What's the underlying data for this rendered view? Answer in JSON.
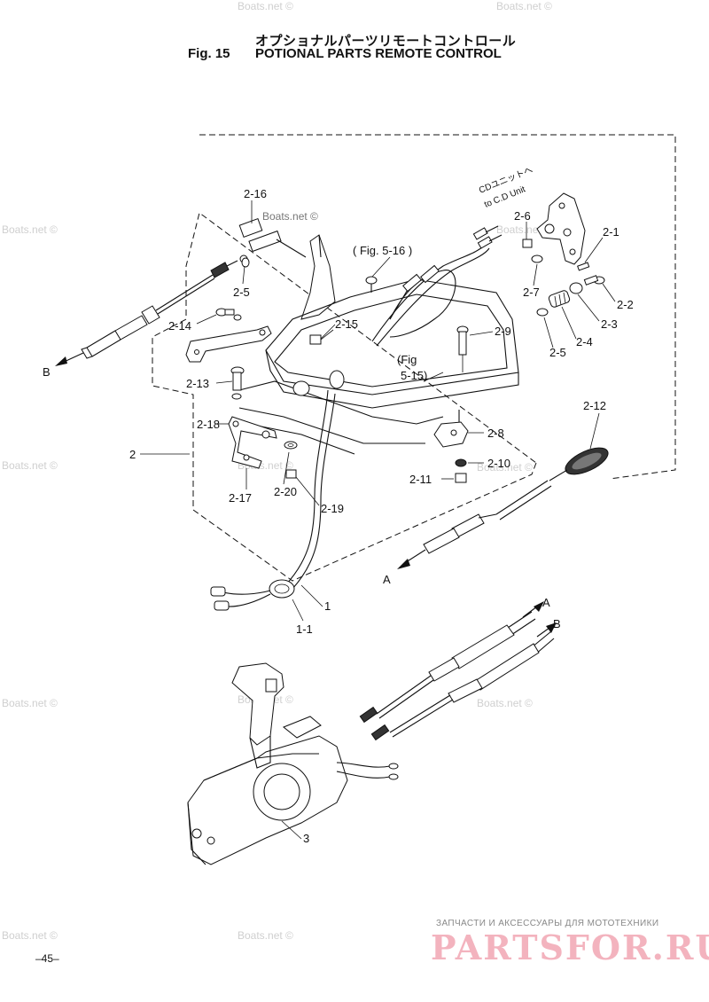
{
  "header": {
    "title_jp": "オプショナルパーツリモートコントロール",
    "fig_label": "Fig. 15",
    "title_en": "POTIONAL PARTS REMOTE CONTROL"
  },
  "parts": [
    {
      "id": "p2-16",
      "label": "2-16"
    },
    {
      "id": "p2-5a",
      "label": "2-5"
    },
    {
      "id": "p2-14",
      "label": "2-14"
    },
    {
      "id": "p2-13",
      "label": "2-13"
    },
    {
      "id": "p2-18",
      "label": "2-18"
    },
    {
      "id": "p2",
      "label": "2"
    },
    {
      "id": "p2-17",
      "label": "2-17"
    },
    {
      "id": "p2-20",
      "label": "2-20"
    },
    {
      "id": "p2-19",
      "label": "2-19"
    },
    {
      "id": "p2-15",
      "label": "2-15"
    },
    {
      "id": "p2-6",
      "label": "2-6"
    },
    {
      "id": "p2-7",
      "label": "2-7"
    },
    {
      "id": "p2-1",
      "label": "2-1"
    },
    {
      "id": "p2-2",
      "label": "2-2"
    },
    {
      "id": "p2-3",
      "label": "2-3"
    },
    {
      "id": "p2-4",
      "label": "2-4"
    },
    {
      "id": "p2-5b",
      "label": "2-5"
    },
    {
      "id": "p2-9",
      "label": "2-9"
    },
    {
      "id": "p2-8",
      "label": "2-8"
    },
    {
      "id": "p2-10",
      "label": "2-10"
    },
    {
      "id": "p2-11",
      "label": "2-11"
    },
    {
      "id": "p2-12",
      "label": "2-12"
    },
    {
      "id": "p1",
      "label": "1"
    },
    {
      "id": "p1-1",
      "label": "1-1"
    },
    {
      "id": "p3",
      "label": "3"
    }
  ],
  "refs": {
    "fig5_16": "( Fig. 5-16 )",
    "fig5_15_a": "(Fig",
    "fig5_15_b": "5-15)",
    "cd_unit_jp": "CDユニットへ",
    "cd_unit_en": "to C.D Unit"
  },
  "arrows": {
    "a1": "A",
    "b1": "B",
    "a2": "A",
    "b2": "B"
  },
  "watermarks": [
    "Boats.net ©",
    "Boats.net ©",
    "Boats.net ©",
    "Boats.net ©",
    "Boats.net ©",
    "Boats.net ©",
    "Boats.net ©",
    "Boats.net ©",
    "Boats.net ©",
    "Boats.net ©",
    "Boats.net ©",
    "Boats.net ©"
  ],
  "footer": {
    "page_number": "–45–",
    "shop_text": "ЗАПЧАСТИ И АКСЕССУАРЫ ДЛЯ МОТОТЕХНИКИ",
    "shop_logo": "PARTSFOR.RU"
  }
}
